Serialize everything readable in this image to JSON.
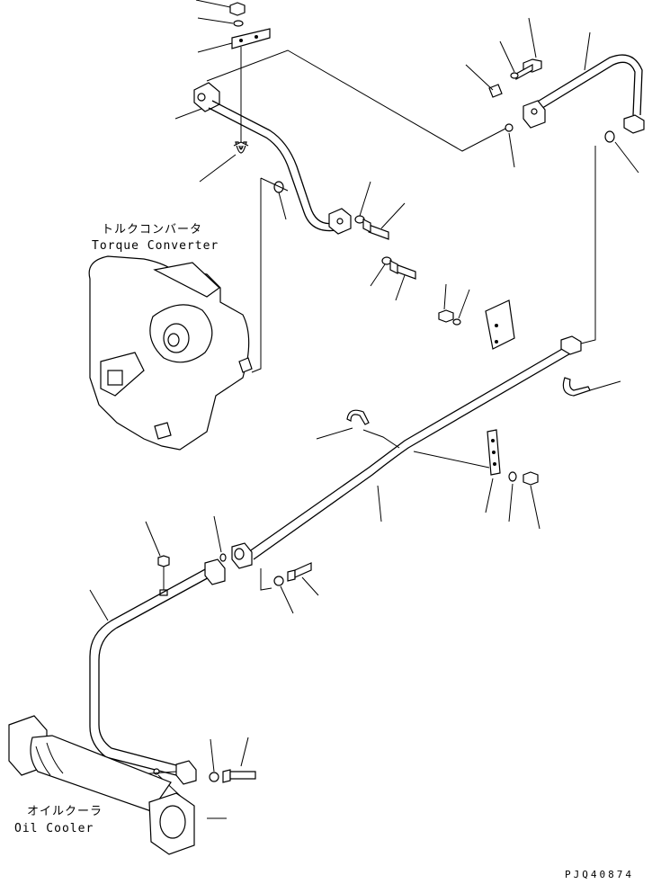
{
  "labels": {
    "torque_converter_jp": "トルクコンバータ",
    "torque_converter_en": "Torque Converter",
    "oil_cooler_jp": "オイルクーラ",
    "oil_cooler_en": "Oil Cooler",
    "drawing_code": "PJQ40874"
  }
}
